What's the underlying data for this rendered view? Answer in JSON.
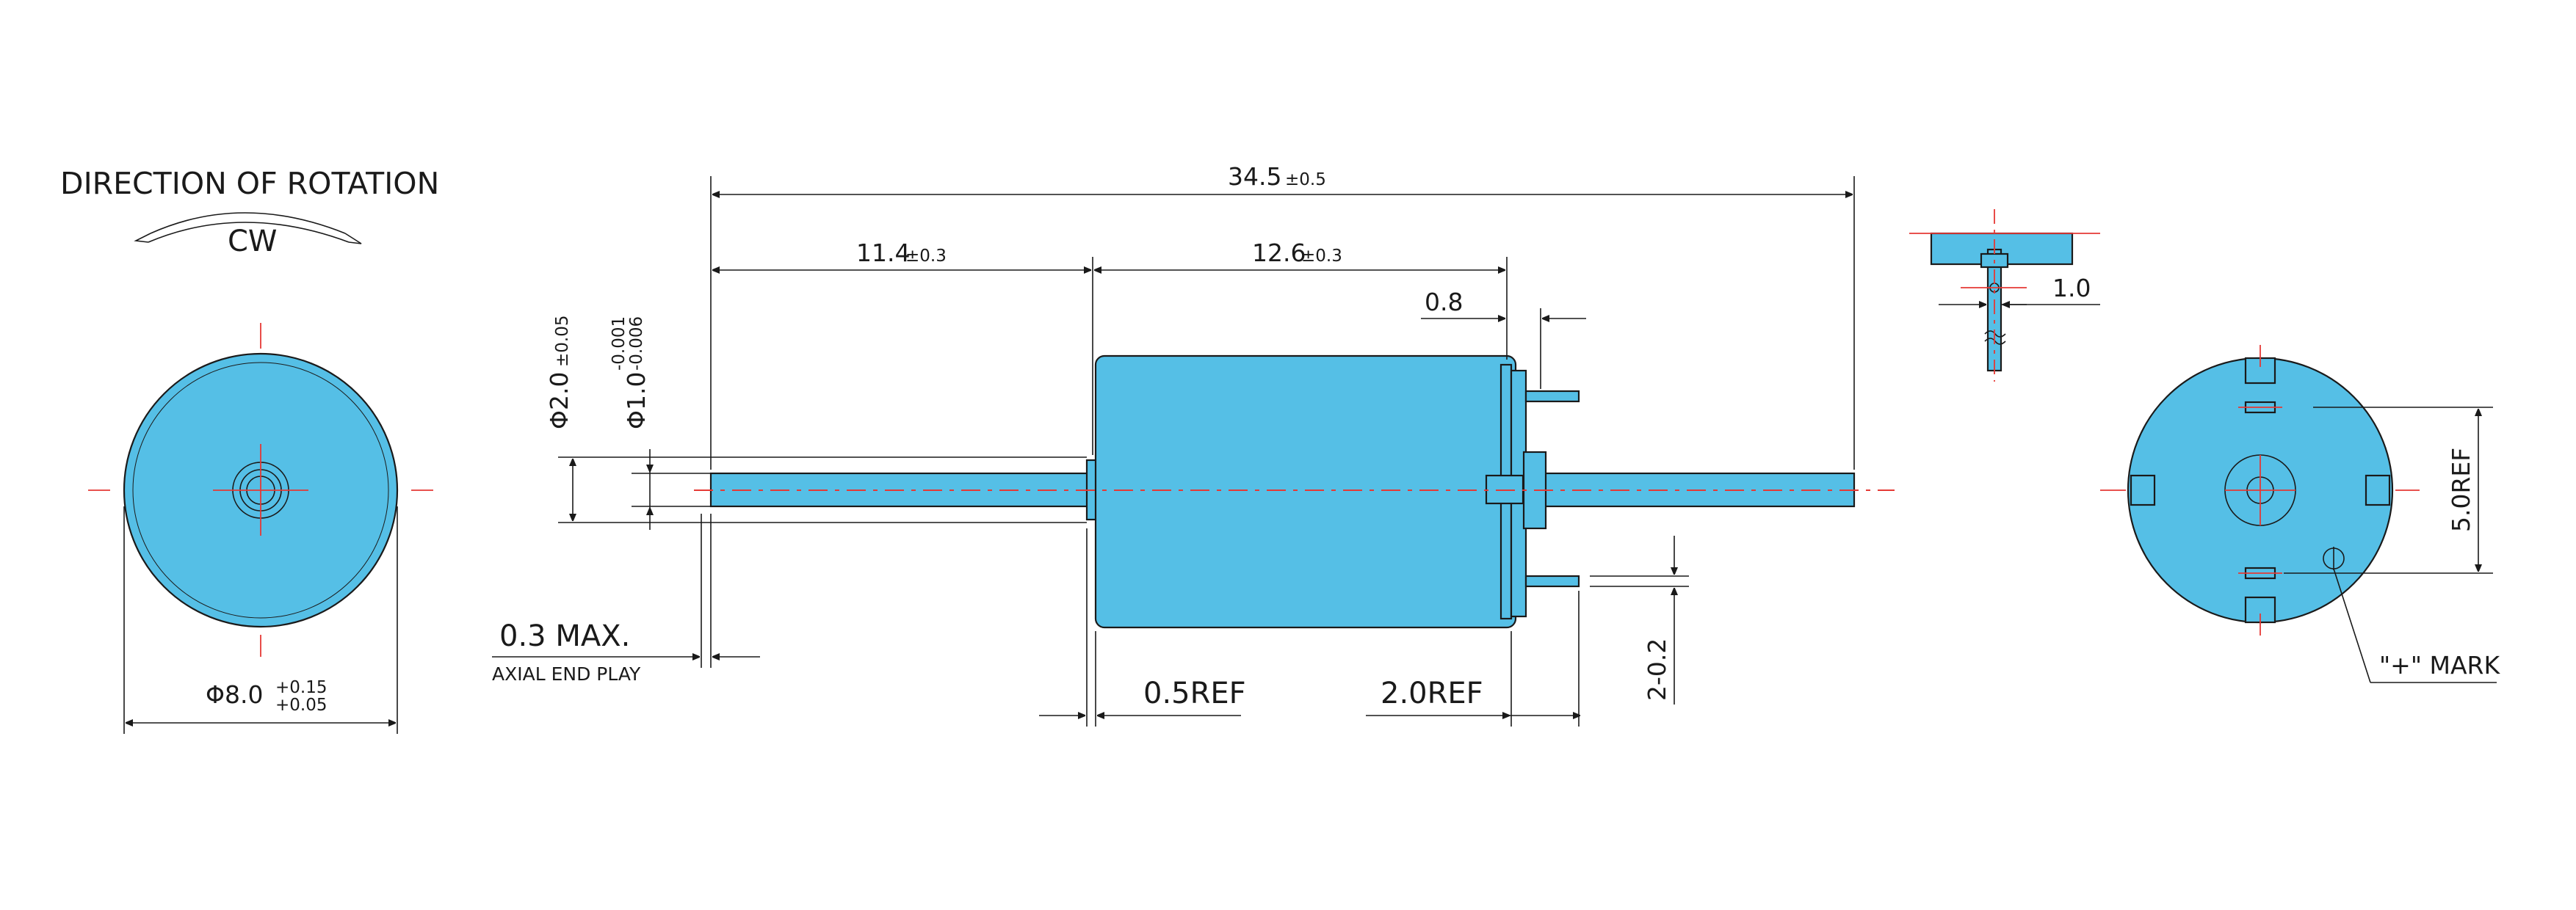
{
  "title": "DIRECTION OF ROTATION",
  "rotation": "CW",
  "dimensions": {
    "overall_length": "34.5",
    "overall_length_tol": "±0.5",
    "shaft_length": "11.4",
    "shaft_length_tol": "±0.3",
    "body_length": "12.6",
    "body_length_tol": "±0.3",
    "terminal_offset": "0.8",
    "shaft_dia": "Φ2.0",
    "shaft_dia_tol": "±0.05",
    "bearing_dia": "Φ1.0",
    "bearing_dia_tol_upper": "-0.001",
    "bearing_dia_tol_lower": "-0.006",
    "axial_play": "0.3 MAX.",
    "axial_play_caption": "AXIAL END PLAY",
    "flange_ref": "0.5REF",
    "terminal_ref": "2.0REF",
    "terminal_thickness": "2-0.2",
    "motor_dia": "Φ8.0",
    "motor_dia_tol_upper": "+0.15",
    "motor_dia_tol_lower": "+0.05",
    "terminal_width": "1.0",
    "terminal_spacing": "5.0REF",
    "plus_mark": "\"+\" MARK"
  },
  "colors": {
    "body": "#55bfe6",
    "centerline": "#e53935",
    "line": "#1a1a1a"
  }
}
